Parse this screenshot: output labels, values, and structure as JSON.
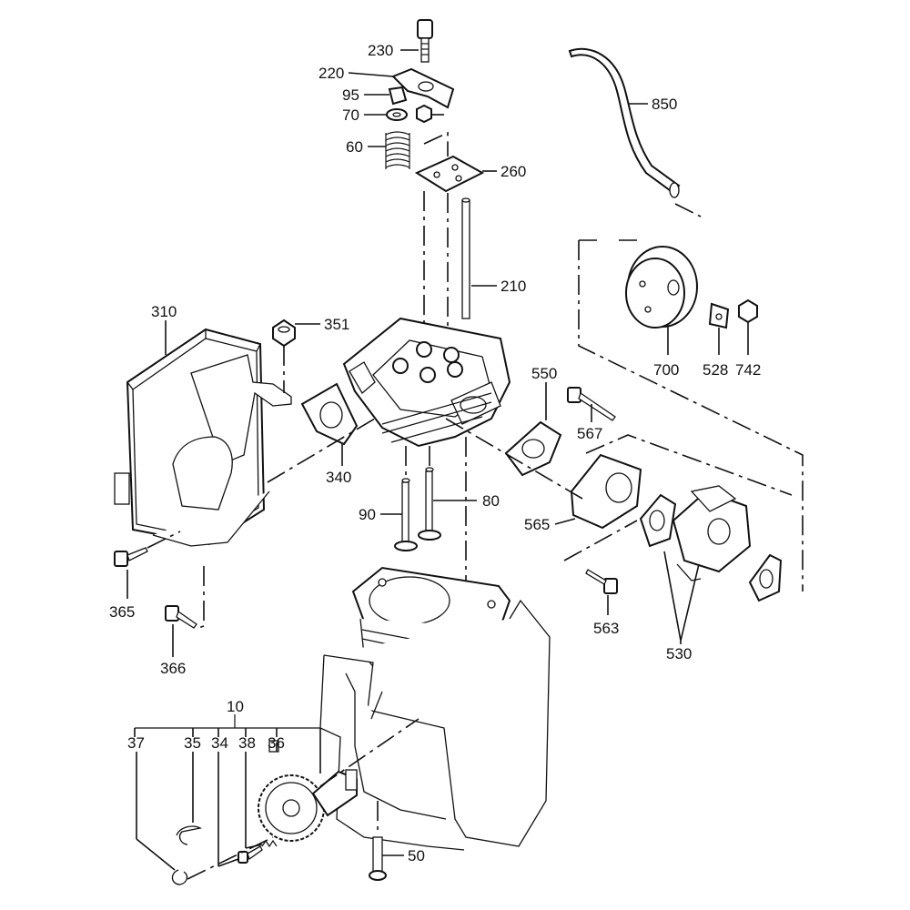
{
  "labels": {
    "p230": "230",
    "p220": "220",
    "p95": "95",
    "p70": "70",
    "p60": "60",
    "p260": "260",
    "p850": "850",
    "p210": "210",
    "p310": "310",
    "p351": "351",
    "p550": "550",
    "p700": "700",
    "p528": "528",
    "p742": "742",
    "p567": "567",
    "p340": "340",
    "p90": "90",
    "p80": "80",
    "p565": "565",
    "p365": "365",
    "p563": "563",
    "p530": "530",
    "p366": "366",
    "p10": "10",
    "p37": "37",
    "p35": "35",
    "p34": "34",
    "p38": "38",
    "p36": "36",
    "p50": "50"
  }
}
